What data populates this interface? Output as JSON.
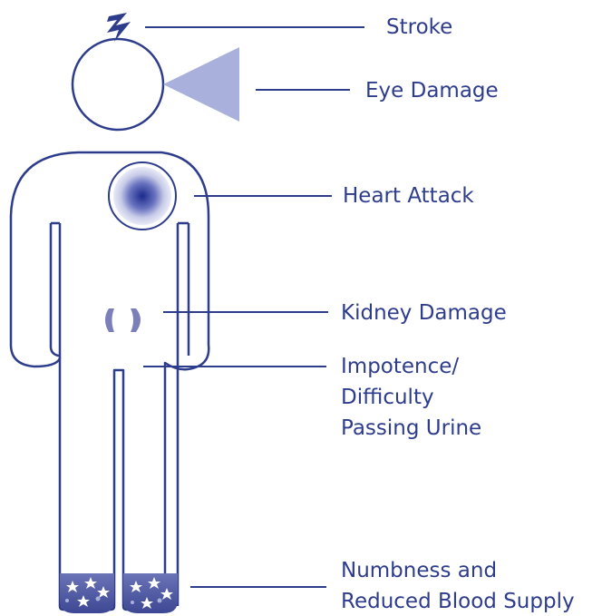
{
  "colors": {
    "outline": "#2e3c8c",
    "eye_triangle": "#aab0dc",
    "heart_core": "#1a2a8a",
    "heart_halo": "#c8cbe8",
    "kidney": "#7c80ba",
    "feet_fill": "#4f5aa3",
    "stars": "#ffffff"
  },
  "icons": {
    "stroke": "lightning-bolt-icon",
    "eye": "triangle-icon",
    "heart": "radial-glow-icon",
    "kidneys": "kidney-icon",
    "feet": "star-pattern-icon"
  },
  "labels": {
    "stroke": "Stroke",
    "eye_damage": "Eye Damage",
    "heart_attack": "Heart Attack",
    "kidney_damage": "Kidney Damage",
    "impotence": [
      "Impotence/",
      "Difficulty",
      "Passing Urine"
    ],
    "numbness": [
      "Numbness and",
      "Reduced Blood Supply"
    ]
  }
}
